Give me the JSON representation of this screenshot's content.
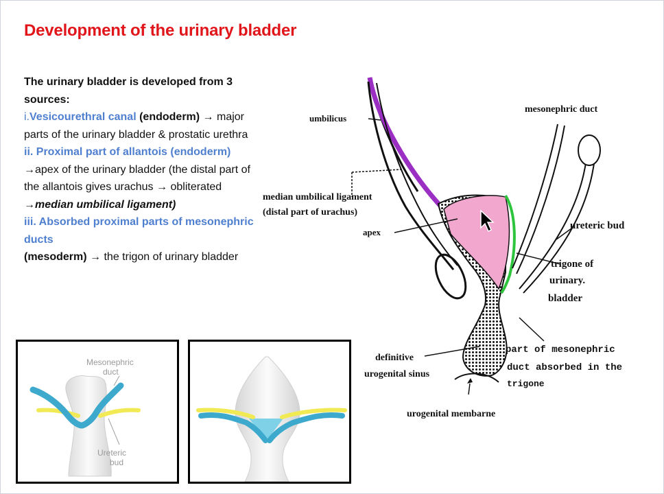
{
  "title": "Development of the urinary bladder",
  "text": {
    "intro": "The urinary bladder is developed from 3 sources:",
    "s1_num": "i.",
    "s1_name": "Vesicourethral canal",
    "s1_src": "(endoderm)",
    "s1_arrow": "→",
    "s1_desc": "major parts of the urinary bladder & prostatic urethra",
    "s2_name": "ii. Proximal part of allantois (endoderm)",
    "s2_arrow": "→",
    "s2_desc": "apex of the urinary bladder (the distal part of the allantois gives urachus",
    "s2_arrow2": "→",
    "s2_desc2": "obliterated",
    "s2_arrow3": "→",
    "s2_result": "median umbilical ligament)",
    "s3_name": "iii. Absorbed proximal parts of mesonephric ducts",
    "s3_src": "(mesoderm)",
    "s3_arrow": "→",
    "s3_desc": "the trigon of urinary bladder"
  },
  "thumb1": {
    "label_top": "Mesonephric duct",
    "label_top_1": "Mesonephric",
    "label_top_2": "duct",
    "label_bottom_1": "Ureteric",
    "label_bottom_2": "bud"
  },
  "diagram": {
    "umbilicus": "umbilicus",
    "mesonephric_duct": "mesonephric duct",
    "median_lig_1": "median umbilical ligament",
    "median_lig_2": "(distal part of urachus)",
    "apex": "apex",
    "ureteric_bud": "ureteric bud",
    "trigone_1": "trigone of",
    "trigone_2": "urinary.",
    "trigone_3": "bladder",
    "def_1": "definitive",
    "def_2": "urogenital sinus",
    "part_1": "part of mesonephric",
    "part_2": "duct absorbed in the",
    "part_3": "trigone",
    "membrane": "urogenital membarne"
  },
  "colors": {
    "title": "#e0161b",
    "highlight": "#4f7fcf",
    "allantois": "#9b2fc4",
    "bladder": "#f2a7cf",
    "trigone_duct": "#2fc43d",
    "duct_blue": "#3da9cc",
    "bud_yellow": "#f2ea55"
  }
}
